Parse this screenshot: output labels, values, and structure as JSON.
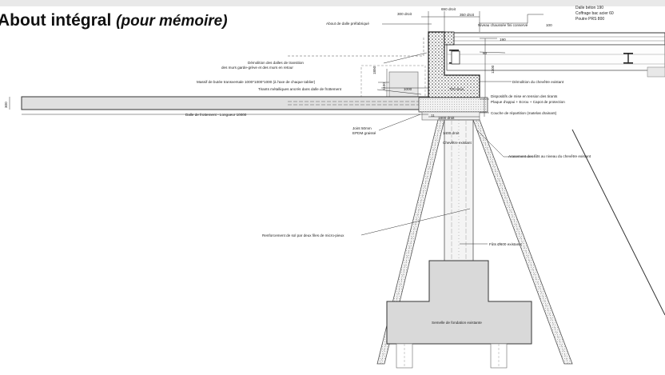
{
  "title": {
    "main": "About intégral",
    "sub": "(pour mémoire)"
  },
  "labels": {
    "dalle_beton": "Dalle béton 190",
    "coffrage": "Coffrage bac acier 60",
    "poutre": "Poutre PRS 800",
    "about_dalle": "About de dalle préfabriqué",
    "dim_300": "300 droit",
    "dim_650": "650 droit",
    "dim_350": "350 droit",
    "niveau_chaussee": "Niveau chaussée fini conservé",
    "dim_100": "100",
    "dim_190": "190",
    "dim_60": "60",
    "demolition_dalles_1": "Démolition des dalles de transition",
    "demolition_dalles_2": "des murs garde-grève et des murs en retour",
    "massif_butee": "Massif de butée transversale 1000*1000*1000 (à l'axe de chaque tablier)",
    "tirants": "Tirants métalliques ancrés dans dalle de frottement",
    "dim_1000": "1000",
    "dim_700": "700 droit",
    "dim_1850": "1850",
    "dim_1100": "1100",
    "dim_1300": "1300",
    "demolition_chevetre": "Démolition du chevêtre existant",
    "dispositifs_1": "Dispositifs de mise en tension des tirants",
    "dispositifs_2": "Plaque d'appui + Ecrou + Capot de protection",
    "couche_repartition": "Couche de répartition (matelas drainant)",
    "dim_300_left": "300",
    "dalle_frottement": "Dalle de frottement - Longueur 10000",
    "dim_1800": "1800 droit",
    "dim_11": "11",
    "dim_1400": "1400 droit",
    "chevetre": "Chevêtre existant",
    "joint_1": "Joint 50mm",
    "joint_2": "EPDM graissé",
    "arasement": "Arasement des fûts au niveau du chevêtre existant",
    "renforcement": "Renforcement de sol par deux files de micro-pieux",
    "futs": "Fûts Ø600 existants",
    "semelle": "Semelle de fondation existante"
  }
}
